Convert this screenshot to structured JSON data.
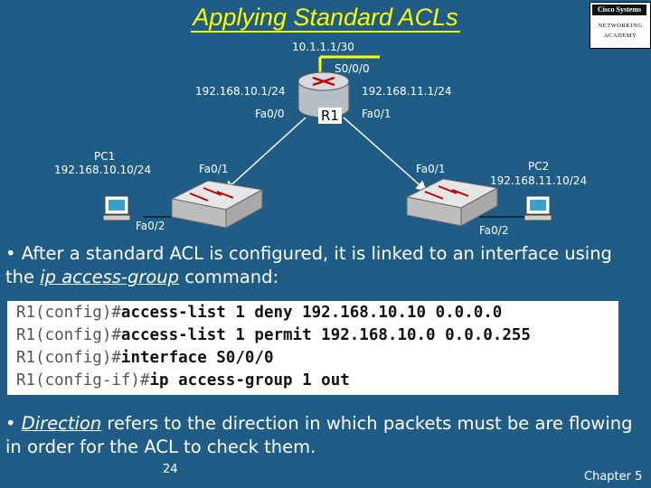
{
  "title": "Applying Standard ACLs",
  "logo": {
    "top": "Cisco Systems",
    "line1": "NETWORKING",
    "line2": "ACADEMY"
  },
  "topology": {
    "s000_ip": "10.1.1.1/30",
    "s000_if": "S0/0/0",
    "r1_left_ip": "192.168.10.1/24",
    "r1_right_ip": "192.168.11.1/24",
    "r1_fa00": "Fa0/0",
    "r1_fa01": "Fa0/1",
    "router_name": "R1",
    "sw1_fa01": "Fa0/1",
    "sw1_fa02": "Fa0/2",
    "sw2_fa01": "Fa0/1",
    "sw2_fa02": "Fa0/2",
    "pc1_name": "PC1",
    "pc1_ip": "192.168.10.10/24",
    "pc2_name": "PC2",
    "pc2_ip": "192.168.11.10/24"
  },
  "bullet1": {
    "before": "• After a standard ACL is configured, it is linked to an interface using the ",
    "command": "ip access-group",
    "after": " command:"
  },
  "code": [
    {
      "prompt": "R1(config)#",
      "cmd": "access-list 1 deny 192.168.10.10 0.0.0.0"
    },
    {
      "prompt": "R1(config)#",
      "cmd": "access-list 1 permit 192.168.10.0 0.0.0.255"
    },
    {
      "prompt": "R1(config)#",
      "cmd": "interface S0/0/0"
    },
    {
      "prompt": "R1(config-if)#",
      "cmd": "ip access-group 1 out"
    }
  ],
  "bullet2": {
    "before": "• ",
    "term": "Direction",
    "after": "  refers to the direction in which packets must be are flowing in order for the ACL to check them."
  },
  "page_number": "24",
  "chapter": "Chapter 5"
}
